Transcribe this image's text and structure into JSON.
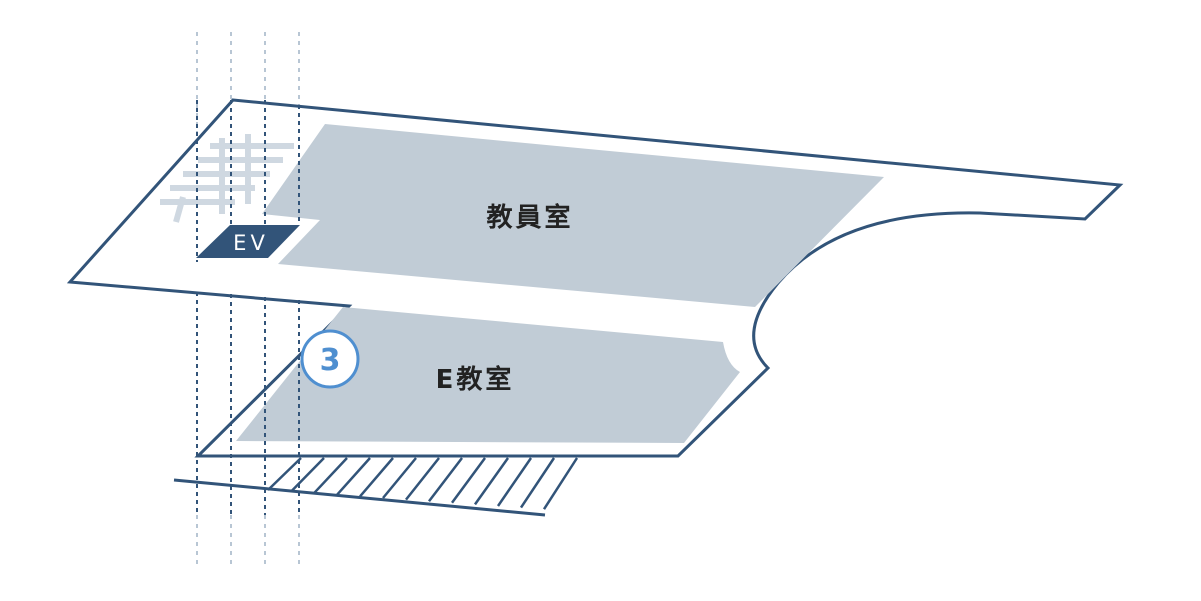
{
  "floor": {
    "staff_room_label": "教員室",
    "classroom_label": "E教室",
    "elevator_label": "EV",
    "floor_badge": "3"
  },
  "colors": {
    "outline": "#325479",
    "room_fill": "#c1ccd6",
    "stair_fill": "#cfd8e1",
    "elevator_fill": "#325479",
    "badge_color": "#4f8fd0",
    "text": "#222222"
  },
  "icons": {
    "floor_badge": "floor-number-badge-icon",
    "stairs": "stairs-icon",
    "elevator": "elevator-icon"
  }
}
